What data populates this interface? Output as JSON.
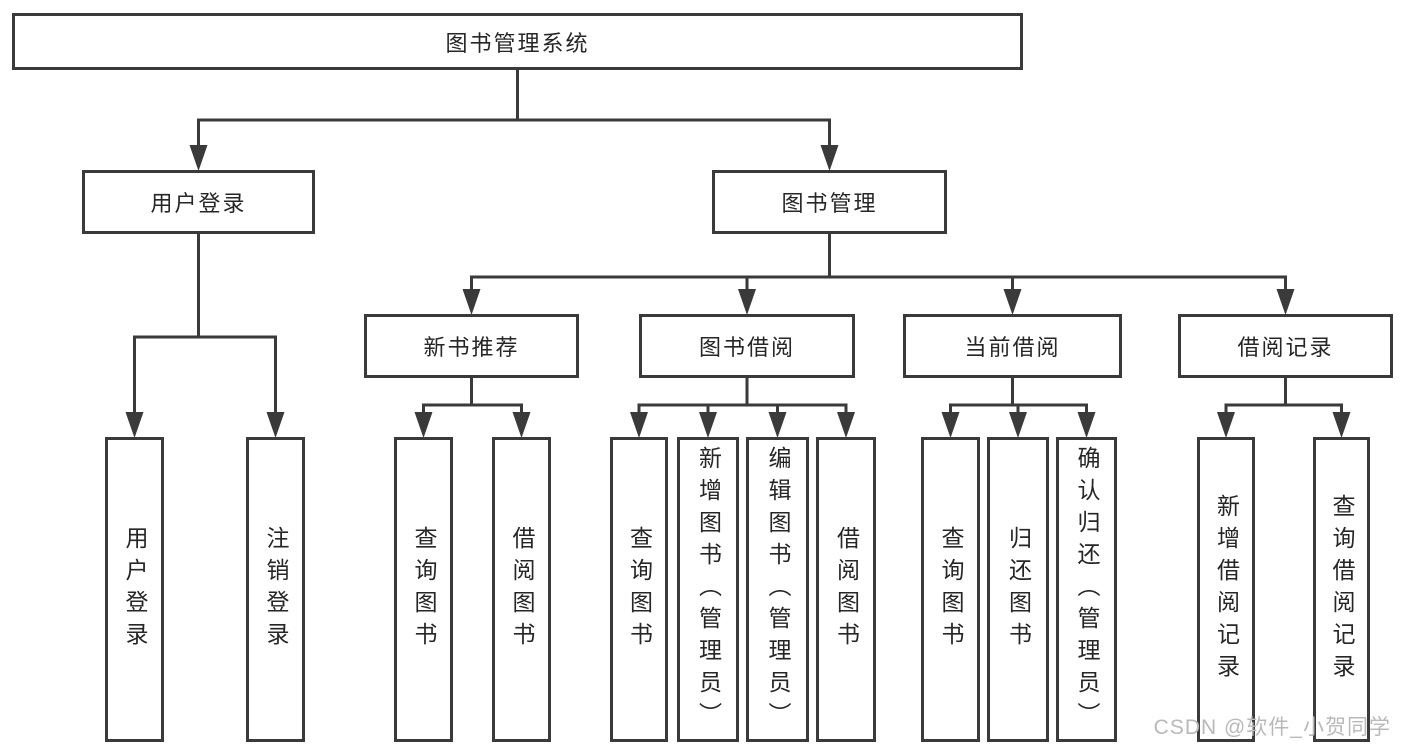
{
  "colors": {
    "line": "#3a3a3a",
    "box_border": "#3a3a3a",
    "text": "#262626",
    "watermark": "#b9b9b9",
    "background": "#ffffff"
  },
  "watermark": {
    "text": "CSDN @软件_小贺同学"
  },
  "diagram": {
    "title": "图书管理系统",
    "nodes": [
      {
        "id": "root",
        "label": "图书管理系统",
        "parent": null,
        "text_direction": "horizontal"
      },
      {
        "id": "user-login-group",
        "label": "用户登录",
        "parent": "root",
        "text_direction": "horizontal"
      },
      {
        "id": "book-management-group",
        "label": "图书管理",
        "parent": "root",
        "text_direction": "horizontal"
      },
      {
        "id": "new-book-recommend",
        "label": "新书推荐",
        "parent": "book-management-group",
        "text_direction": "horizontal"
      },
      {
        "id": "book-borrow-group",
        "label": "图书借阅",
        "parent": "book-management-group",
        "text_direction": "horizontal"
      },
      {
        "id": "current-borrow-group",
        "label": "当前借阅",
        "parent": "book-management-group",
        "text_direction": "horizontal"
      },
      {
        "id": "borrow-records-group",
        "label": "借阅记录",
        "parent": "book-management-group",
        "text_direction": "horizontal"
      },
      {
        "id": "user-login",
        "label": "用户登录",
        "parent": "user-login-group",
        "text_direction": "vertical"
      },
      {
        "id": "logout",
        "label": "注销登录",
        "parent": "user-login-group",
        "text_direction": "vertical"
      },
      {
        "id": "query-books-recommend",
        "label": "查询图书",
        "parent": "new-book-recommend",
        "text_direction": "vertical"
      },
      {
        "id": "borrow-books-recommend",
        "label": "借阅图书",
        "parent": "new-book-recommend",
        "text_direction": "vertical"
      },
      {
        "id": "query-books-borrow",
        "label": "查询图书",
        "parent": "book-borrow-group",
        "text_direction": "vertical"
      },
      {
        "id": "add-books-admin",
        "label": "新增图书（管理员）",
        "parent": "book-borrow-group",
        "text_direction": "vertical"
      },
      {
        "id": "edit-books-admin",
        "label": "编辑图书（管理员）",
        "parent": "book-borrow-group",
        "text_direction": "vertical"
      },
      {
        "id": "borrow-books",
        "label": "借阅图书",
        "parent": "book-borrow-group",
        "text_direction": "vertical"
      },
      {
        "id": "query-books-current",
        "label": "查询图书",
        "parent": "current-borrow-group",
        "text_direction": "vertical"
      },
      {
        "id": "return-books",
        "label": "归还图书",
        "parent": "current-borrow-group",
        "text_direction": "vertical"
      },
      {
        "id": "confirm-return-admin",
        "label": "确认归还（管理员）",
        "parent": "current-borrow-group",
        "text_direction": "vertical"
      },
      {
        "id": "add-borrow-record",
        "label": "新增借阅记录",
        "parent": "borrow-records-group",
        "text_direction": "vertical"
      },
      {
        "id": "query-borrow-record",
        "label": "查询借阅记录",
        "parent": "borrow-records-group",
        "text_direction": "vertical"
      }
    ]
  }
}
